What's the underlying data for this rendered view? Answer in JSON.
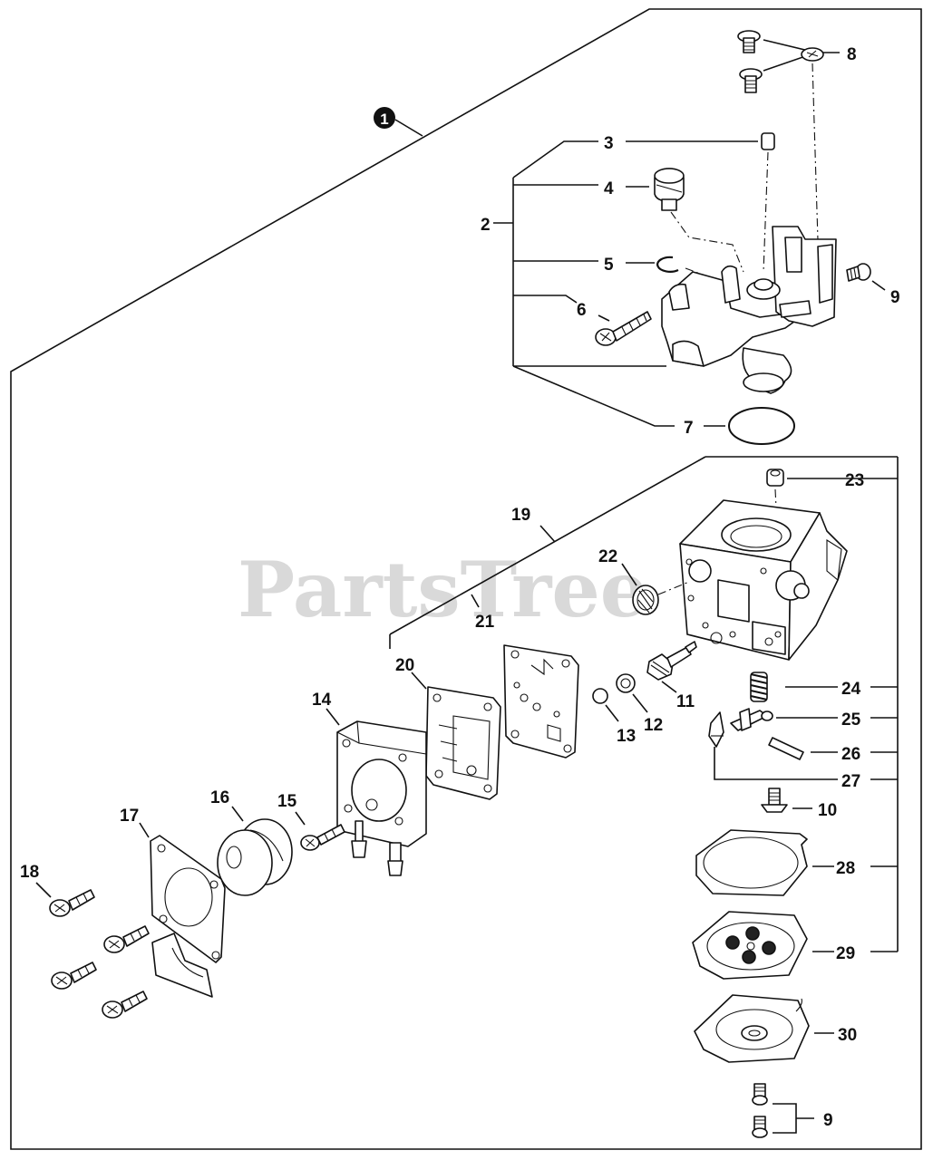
{
  "assembly_marker": "1",
  "watermark": "PartsTree",
  "labels": {
    "p2": "2",
    "p3": "3",
    "p4": "4",
    "p5": "5",
    "p6": "6",
    "p7": "7",
    "p8": "8",
    "p9a": "9",
    "p9b": "9",
    "p10": "10",
    "p11": "11",
    "p12": "12",
    "p13": "13",
    "p14": "14",
    "p15": "15",
    "p16": "16",
    "p17": "17",
    "p18": "18",
    "p19": "19",
    "p20": "20",
    "p21": "21",
    "p22": "22",
    "p23": "23",
    "p24": "24",
    "p25": "25",
    "p26": "26",
    "p27": "27",
    "p28": "28",
    "p29": "29",
    "p30": "30"
  }
}
